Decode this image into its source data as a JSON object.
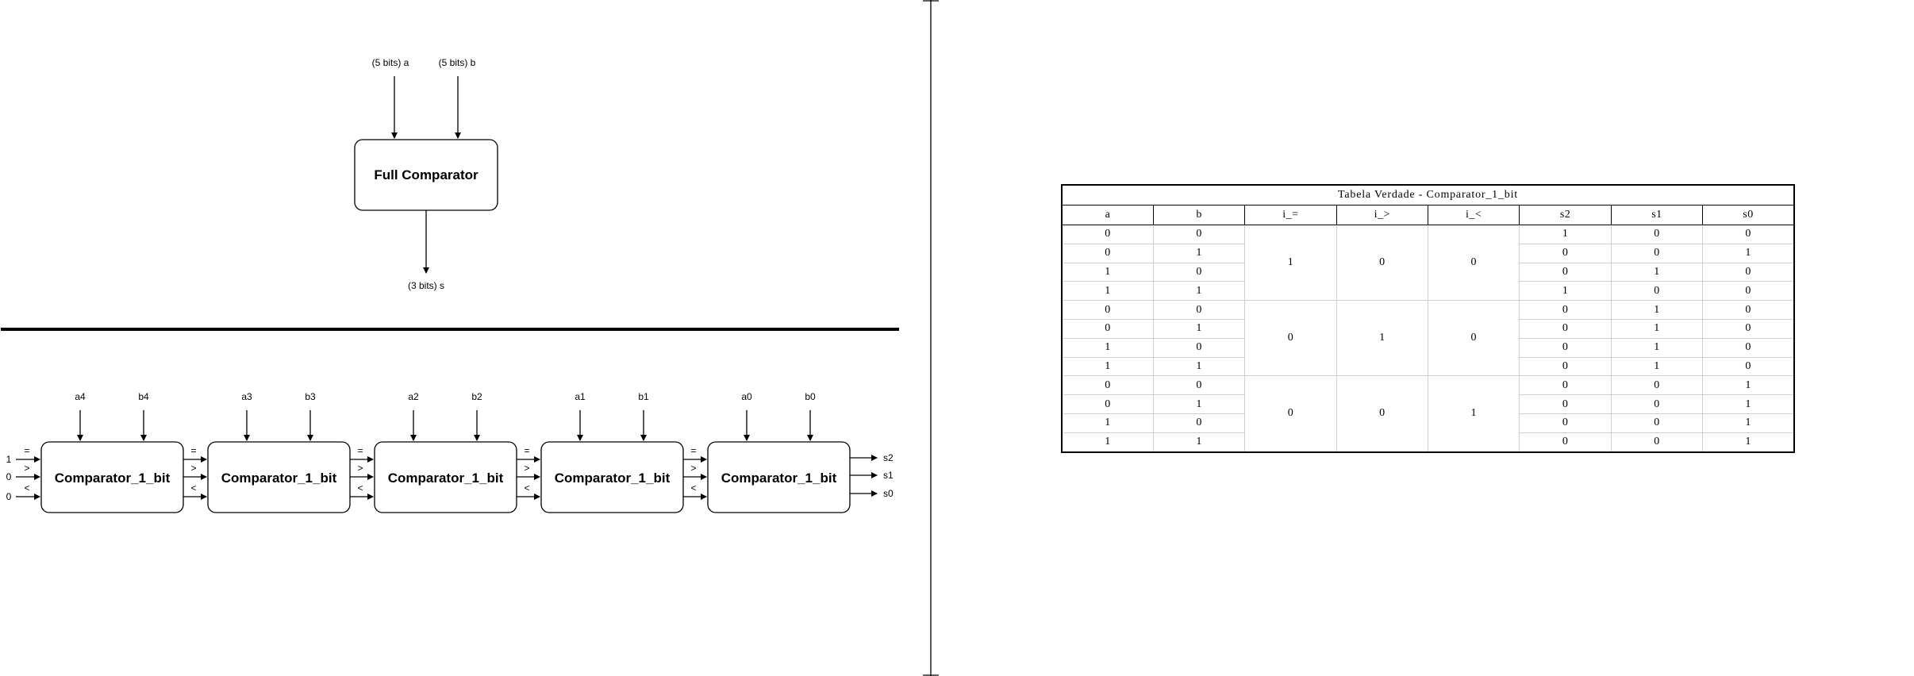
{
  "top": {
    "block_label": "Full Comparator",
    "input_a": "(5 bits) a",
    "input_b": "(5 bits) b",
    "output": "(3 bits) s"
  },
  "chain": {
    "blocks": [
      {
        "label": "Comparator_1_bit",
        "a": "a4",
        "b": "b4"
      },
      {
        "label": "Comparator_1_bit",
        "a": "a3",
        "b": "b3"
      },
      {
        "label": "Comparator_1_bit",
        "a": "a2",
        "b": "b2"
      },
      {
        "label": "Comparator_1_bit",
        "a": "a1",
        "b": "b1"
      },
      {
        "label": "Comparator_1_bit",
        "a": "a0",
        "b": "b0"
      }
    ],
    "port_symbols": [
      "=",
      ">",
      "<"
    ],
    "initial_inputs": [
      "1",
      "0",
      "0"
    ],
    "outputs": [
      "s2",
      "s1",
      "s0"
    ]
  },
  "table": {
    "title": "Tabela Verdade - Comparator_1_bit",
    "headers": [
      "a",
      "b",
      "i_=",
      "i_>",
      "i_<",
      "s2",
      "s1",
      "s0"
    ],
    "groups": [
      {
        "i_eq": "1",
        "i_gt": "0",
        "i_lt": "0",
        "rows": [
          [
            "0",
            "0",
            "1",
            "0",
            "0"
          ],
          [
            "0",
            "1",
            "0",
            "0",
            "1"
          ],
          [
            "1",
            "0",
            "0",
            "1",
            "0"
          ],
          [
            "1",
            "1",
            "1",
            "0",
            "0"
          ]
        ]
      },
      {
        "i_eq": "0",
        "i_gt": "1",
        "i_lt": "0",
        "rows": [
          [
            "0",
            "0",
            "0",
            "1",
            "0"
          ],
          [
            "0",
            "1",
            "0",
            "1",
            "0"
          ],
          [
            "1",
            "0",
            "0",
            "1",
            "0"
          ],
          [
            "1",
            "1",
            "0",
            "1",
            "0"
          ]
        ]
      },
      {
        "i_eq": "0",
        "i_gt": "0",
        "i_lt": "1",
        "rows": [
          [
            "0",
            "0",
            "0",
            "0",
            "1"
          ],
          [
            "0",
            "1",
            "0",
            "0",
            "1"
          ],
          [
            "1",
            "0",
            "0",
            "0",
            "1"
          ],
          [
            "1",
            "1",
            "0",
            "0",
            "1"
          ]
        ]
      }
    ]
  }
}
